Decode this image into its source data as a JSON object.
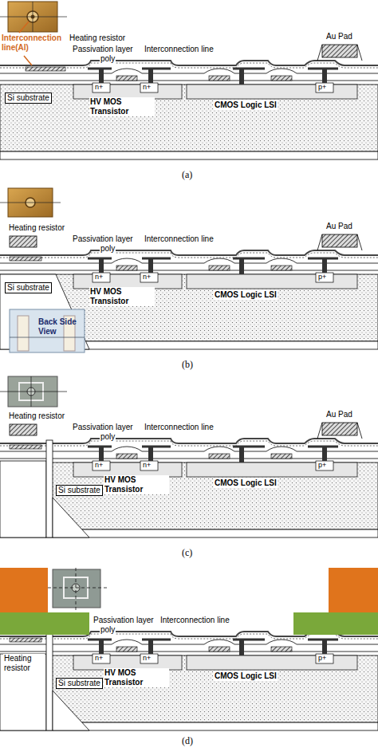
{
  "diagram": {
    "labels": [
      "Interconnection line(Al)",
      "Heating resistor",
      "Passivation layer",
      "poly",
      "Interconnection line",
      "Au Pad",
      "Si substrate",
      "n+",
      "n+",
      "p+",
      "HV MOS Transistor",
      "CMOS Logic LSI",
      "(a)",
      "Heating resistor",
      "Passivation layer",
      "poly",
      "Interconnection line",
      "Au Pad",
      "Si substrate",
      "n+",
      "n+",
      "p+",
      "HV MOS Transistor",
      "CMOS Logic LSI",
      "Back Side View",
      "(b)",
      "Heating resistor",
      "Passivation layer",
      "poly",
      "Interconnection line",
      "Au Pad",
      "Si substrate",
      "n+",
      "n+",
      "p+",
      "HV MOS Transistor",
      "CMOS Logic LSI",
      "(c)",
      "Passivation layer",
      "poly",
      "Interconnection line",
      "Heating resistor",
      "Si substrate",
      "n+",
      "n+",
      "p+",
      "HV MOS Transistor",
      "CMOS Logic LSI",
      "(d)"
    ]
  }
}
